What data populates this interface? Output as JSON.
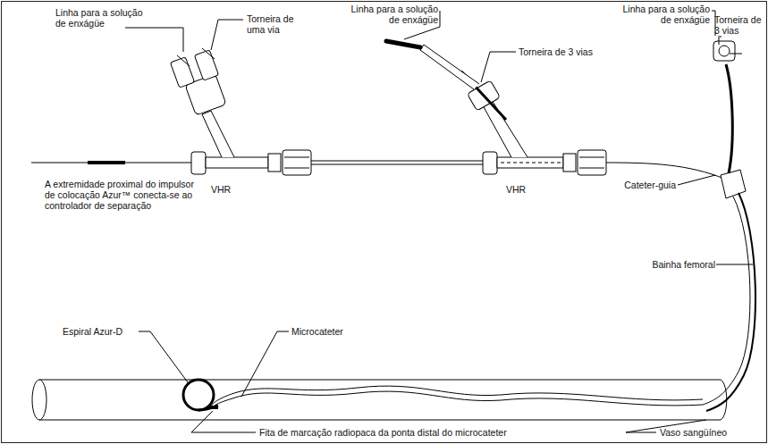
{
  "diagram": {
    "labels": [
      "Linha para a solução de enxágüe",
      "Torneira de uma via",
      "Linha para a solução de enxágüe",
      "Torneira de 3 vias",
      "Linha para a solução de enxágüe",
      "Torneira de 3 vias",
      "A extremidade proximal do impulsor de colocação Azur™ conecta-se ao controlador de separação",
      "VHR",
      "VHR",
      "Cateter-guia",
      "Bainha femoral",
      "Espiral Azur-D",
      "Microcateter",
      "Fita de marcação radiopaca da ponta distal do microcateter",
      "Vaso sangüíneo"
    ]
  }
}
